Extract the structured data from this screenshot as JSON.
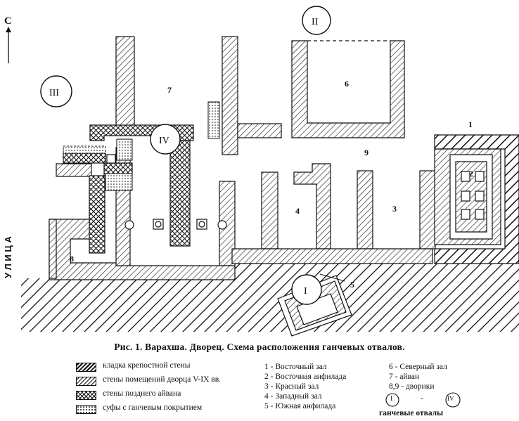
{
  "north_label": "С",
  "street_label": "У Л И Ц А",
  "room_labels": {
    "r1": "1",
    "r2": "2",
    "r3": "3",
    "r4": "4",
    "r5": "5",
    "r6": "6",
    "r7": "7",
    "r8": "8",
    "r9": "9"
  },
  "dumps": {
    "d1": "I",
    "d2": "II",
    "d3": "III",
    "d4": "IV"
  },
  "caption": "Рис. 1. Варахша. Дворец. Схема расположения ганчевых отвалов.",
  "legend": {
    "fort": "кладка крепостной стены",
    "palace": "стены помещений дворца V-IX вв.",
    "late": "стены позднего айвана",
    "sufa": "суфы с ганчевым покрытием"
  },
  "key": {
    "k1": "1 - Восточный зал",
    "k2": "2 - Восточная анфилада",
    "k3": "3 - Красный зал",
    "k4": "4 - Западный зал",
    "k5": "5 - Южная анфилада",
    "k6": "6 - Северный зал",
    "k7": "7 - айван",
    "k89": "8,9 - дворики",
    "dump_from": "I",
    "dash": "-",
    "dump_to": "IV",
    "dumps_text": "ганчевые отвалы"
  }
}
